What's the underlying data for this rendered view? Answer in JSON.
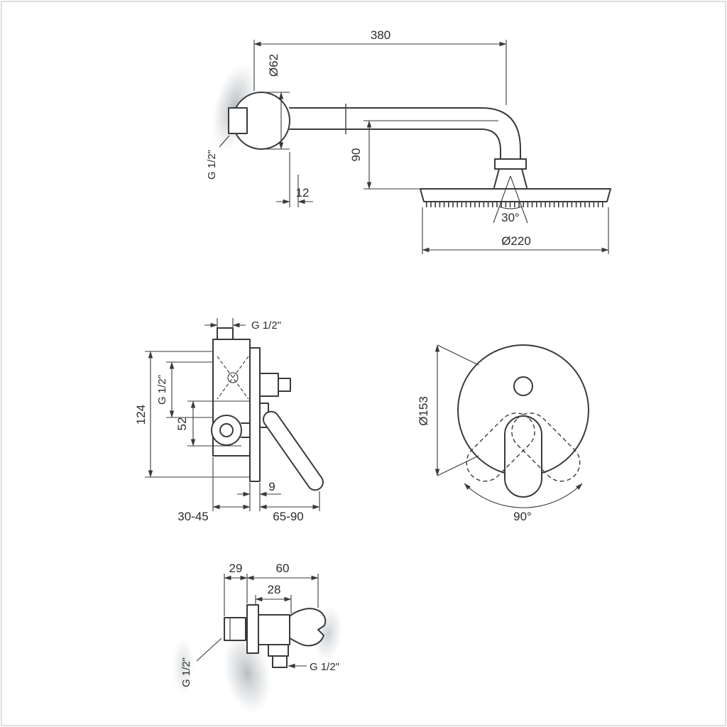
{
  "ink_color": "#3a3a3a",
  "border_color": "#d4d4d4",
  "drawing": {
    "shower_head_view": {
      "arm_length": "380",
      "escutcheon_diameter": "Ø62",
      "wall_connection_thread": "G 1/2\"",
      "escutcheon_depth": "12",
      "head_drop_height": "90",
      "spray_angle": "30°",
      "head_diameter": "Ø220"
    },
    "mixer_side_view": {
      "top_outlet_thread": "G 1/2\"",
      "body_height": "124",
      "inlet_thread": "G 1/2\"",
      "outlet_spacing": "52",
      "escutcheon_thickness": "9",
      "installation_depth": "30-45",
      "handle_projection": "65-90"
    },
    "mixer_front_view": {
      "escutcheon_diameter": "Ø153",
      "handle_rotation": "90°"
    },
    "wall_outlet_view": {
      "projection": "29",
      "holder_width": "60",
      "outlet_offset": "28",
      "wall_thread": "G 1/2\"",
      "outlet_thread": "G 1/2\""
    }
  }
}
